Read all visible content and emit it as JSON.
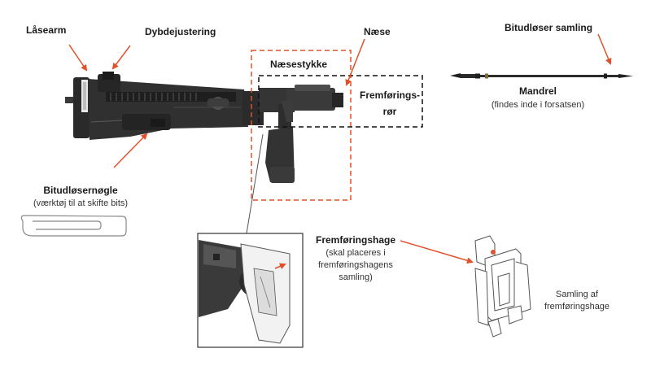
{
  "labels": {
    "laasearm": "Låsearm",
    "dybdejustering": "Dybdejustering",
    "naese": "Næse",
    "naesestykke": "Næsestykke",
    "fremfoeringsroer_1": "Fremførings-",
    "fremfoeringsroer_2": "rør",
    "bitudloeser_samling": "Bitudløser samling",
    "mandrel": "Mandrel",
    "mandrel_note": "(findes inde i forsatsen)",
    "bitudloesernoegle": "Bitudløsernøgle",
    "bitudloesernoegle_note": "(værktøj til at skifte bits)",
    "fremfoeringshage": "Fremføringshage",
    "fremfoeringshage_note_1": "(skal placeres i",
    "fremfoeringshage_note_2": "fremføringshagens",
    "fremfoeringshage_note_3": "samling)",
    "samling_1": "Samling af",
    "samling_2": "fremføringshage"
  },
  "colors": {
    "accent": "#e0502a",
    "body": "#2f2f2f",
    "body_dark": "#1d1d1d",
    "body_light": "#4a4a4a",
    "outline": "#666666"
  }
}
